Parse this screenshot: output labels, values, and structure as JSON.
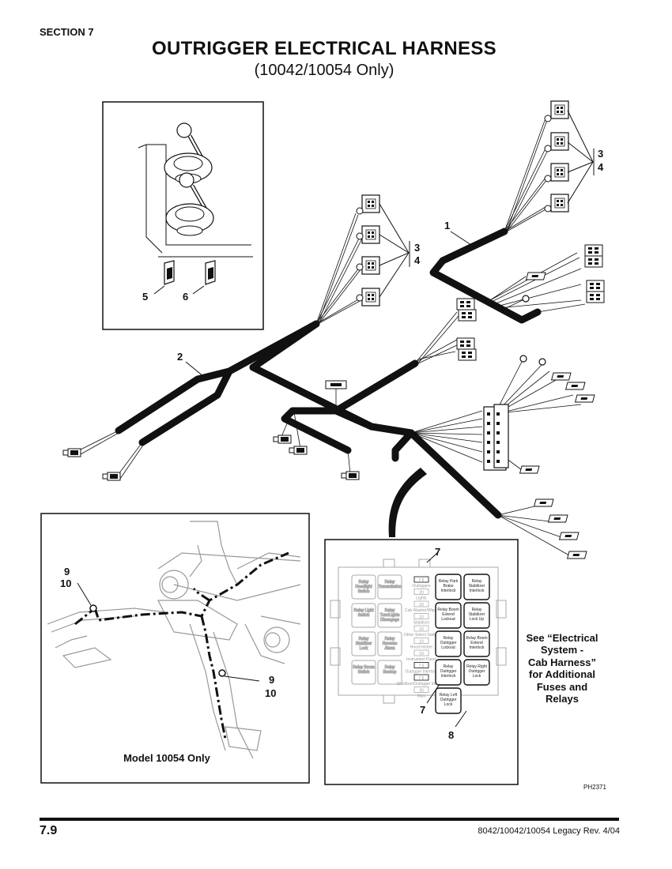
{
  "header": {
    "section": "SECTION 7",
    "title": "OUTRIGGER ELECTRICAL HARNESS",
    "subtitle": "(10042/10054 Only)"
  },
  "callouts": {
    "c1": "1",
    "c2": "2",
    "c3a": "3",
    "c4a": "4",
    "c3b": "3",
    "c4b": "4",
    "c5": "5",
    "c6": "6",
    "c7a": "7",
    "c7b": "7",
    "c8": "8",
    "c9a": "9",
    "c10a": "10",
    "c9b": "9",
    "c10b": "10"
  },
  "inset_model": {
    "caption": "Model 10054 Only"
  },
  "fuse_panel": {
    "left_relays": [
      "Relay Headlight Switch",
      "Relay Light Switch",
      "Relay Stabilizer Lock",
      "Relay Boom Switch"
    ],
    "mid_relays": [
      "Relay Transmission",
      "Relay Turn/Lights Disengage",
      "Relay Reverse Alarm",
      "Relay Backup"
    ],
    "fuses": [
      {
        "amps": "7.5",
        "label": "Outriggers"
      },
      {
        "amps": "20",
        "label": "Lights"
      },
      {
        "amps": "10",
        "label": "Cab Washer/Wiper"
      },
      {
        "amps": "10",
        "label": "Stabilizer"
      },
      {
        "amps": "10",
        "label": "Other Select Switch"
      },
      {
        "amps": "10",
        "label": "Hood Heater"
      },
      {
        "amps": "10",
        "label": "Instrument Panel"
      },
      {
        "amps": "7.5",
        "label": "Outrigger Interlock"
      },
      {
        "amps": "7.5",
        "label": "Stabilizer/Outrigger Interlock"
      },
      {
        "amps": "30",
        "label": "Main"
      }
    ],
    "relays_col1": [
      "Relay Park Brake Interlock",
      "Relay Boom Extend Lockout",
      "Relay Outrigger Lockout",
      "Relay Outrigger Interlock",
      "Relay Left Outrigger Lock"
    ],
    "relays_col2": [
      "Relay Stabilizer Interlock",
      "Relay Stabilizer Lock Up",
      "Relay Boom Extend Interlock",
      "Relay Right Outrigger Lock"
    ]
  },
  "note": {
    "line1": "See “Electrical",
    "line2": "System -",
    "line3": "Cab Harness”",
    "line4": "for Additional",
    "line5": "Fuses and",
    "line6": "Relays"
  },
  "figure_id": "PH2371",
  "footer": {
    "page_number": "7.9",
    "doc_ref": "8042/10042/10054 Legacy Rev. 4/04"
  }
}
